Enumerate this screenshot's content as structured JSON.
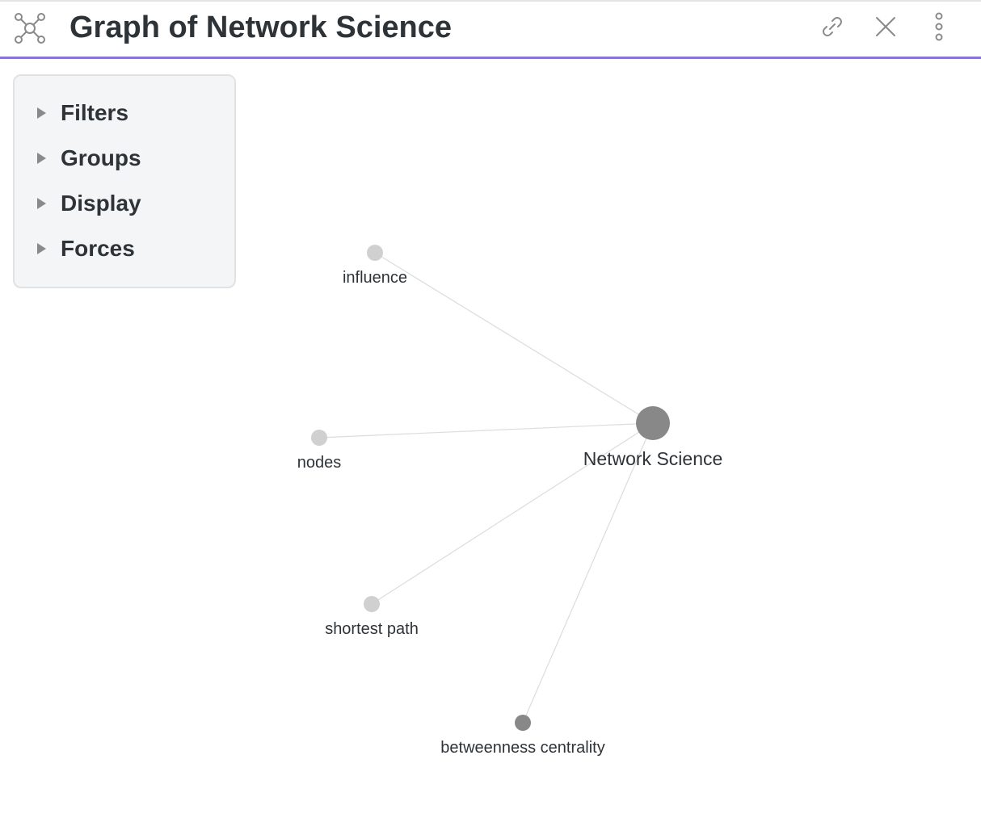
{
  "header": {
    "title": "Graph of Network Science",
    "icons": {
      "graph": "graph-view-icon",
      "link": "link-icon",
      "close": "close-icon",
      "more": "more-options-icon"
    }
  },
  "controls": {
    "sections": [
      {
        "label": "Filters"
      },
      {
        "label": "Groups"
      },
      {
        "label": "Display"
      },
      {
        "label": "Forces"
      }
    ]
  },
  "graph": {
    "nodes": [
      {
        "label": "influence",
        "kind": "leaf",
        "color": "#d0d0d0"
      },
      {
        "label": "nodes",
        "kind": "leaf",
        "color": "#d0d0d0"
      },
      {
        "label": "Network Science",
        "kind": "center",
        "color": "#888888"
      },
      {
        "label": "shortest path",
        "kind": "leaf",
        "color": "#d0d0d0"
      },
      {
        "label": "betweenness centrality",
        "kind": "leaf-dark",
        "color": "#888888"
      }
    ],
    "edges": [
      {
        "from": "influence",
        "to": "Network Science"
      },
      {
        "from": "nodes",
        "to": "Network Science"
      },
      {
        "from": "shortest path",
        "to": "Network Science"
      },
      {
        "from": "betweenness centrality",
        "to": "Network Science"
      }
    ],
    "colors": {
      "edge": "#dcdcdc",
      "accent": "#8774d4"
    }
  }
}
